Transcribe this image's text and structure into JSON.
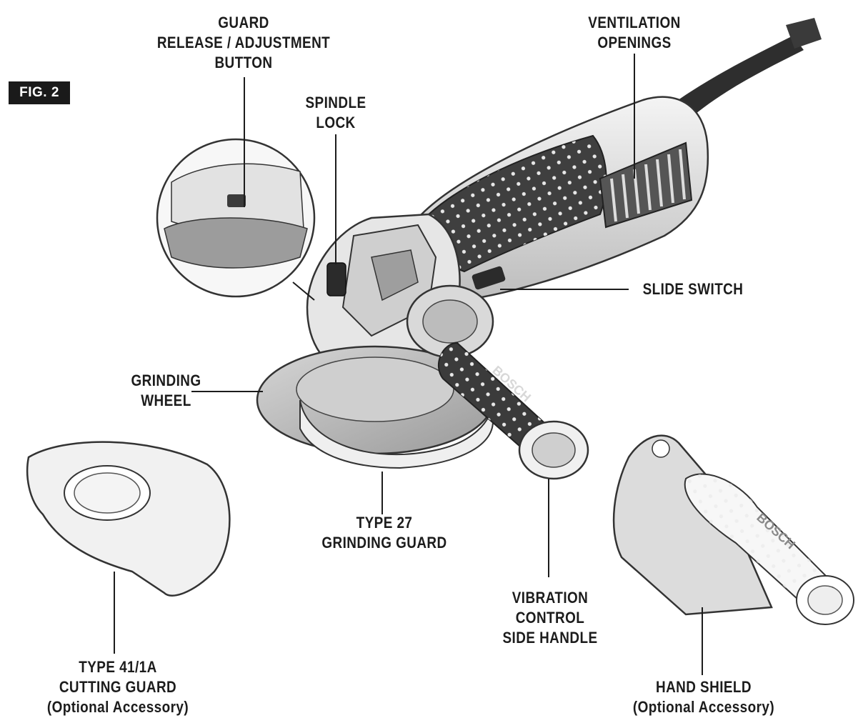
{
  "figure_tag": "FIG. 2",
  "labels": {
    "guard_release": [
      "GUARD",
      "RELEASE / ADJUSTMENT",
      "BUTTON"
    ],
    "ventilation": [
      "VENTILATION",
      "OPENINGS"
    ],
    "spindle_lock": [
      "SPINDLE",
      "LOCK"
    ],
    "slide_switch": [
      "SLIDE SWITCH"
    ],
    "grinding_wheel": [
      "GRINDING",
      "WHEEL"
    ],
    "type27_guard": [
      "TYPE 27",
      "GRINDING  GUARD"
    ],
    "vibration_handle": [
      "VIBRATION",
      "CONTROL",
      "SIDE HANDLE"
    ],
    "type41_guard": [
      "TYPE 41/1A",
      "CUTTING GUARD",
      "(Optional Accessory)"
    ],
    "hand_shield": [
      "HAND SHIELD",
      "(Optional Accessory)"
    ]
  },
  "brand_marks": [
    "BOSCH",
    "BOSCH"
  ]
}
